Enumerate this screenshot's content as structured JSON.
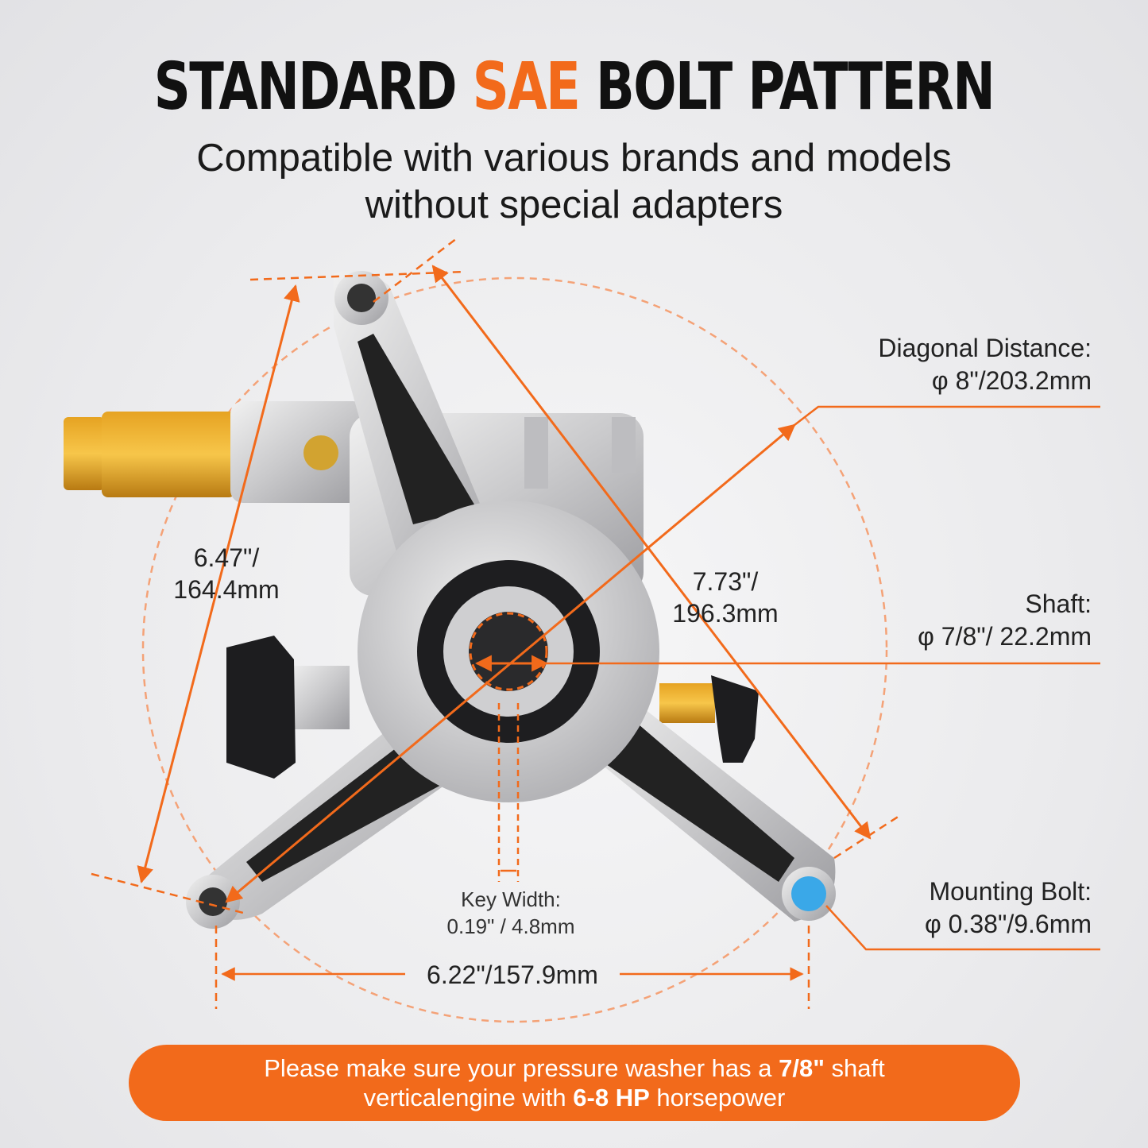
{
  "title": {
    "part1": "STANDARD",
    "accent": "SAE",
    "part2": "BOLT PATTERN"
  },
  "subtitle": {
    "line1": "Compatible with various brands and models",
    "line2": "without special adapters"
  },
  "specs": {
    "diagonal": {
      "label": "Diagonal Distance:",
      "value": "φ 8\"/203.2mm"
    },
    "shaft": {
      "label": "Shaft:",
      "value": "φ 7/8\"/ 22.2mm"
    },
    "mounting_bolt": {
      "label": "Mounting Bolt:",
      "value": "φ 0.38\"/9.6mm"
    }
  },
  "dimensions": {
    "vertical": {
      "line1": "6.47\"/",
      "line2": "164.4mm"
    },
    "diagonal": {
      "line1": "7.73\"/",
      "line2": "196.3mm"
    },
    "horizontal": "6.22\"/157.9mm",
    "key_width": {
      "line1": "Key Width:",
      "line2": "0.19\" / 4.8mm"
    }
  },
  "banner": {
    "line1_pre": "Please make sure your pressure washer has a ",
    "line1_bold": "7/8\"",
    "line1_post": " shaft",
    "line2_pre": "verticalengine with ",
    "line2_bold": "6-8 HP",
    "line2_post": " horsepower"
  },
  "colors": {
    "accent": "#f26a1b",
    "bolt_highlight": "#3aa8e8"
  }
}
